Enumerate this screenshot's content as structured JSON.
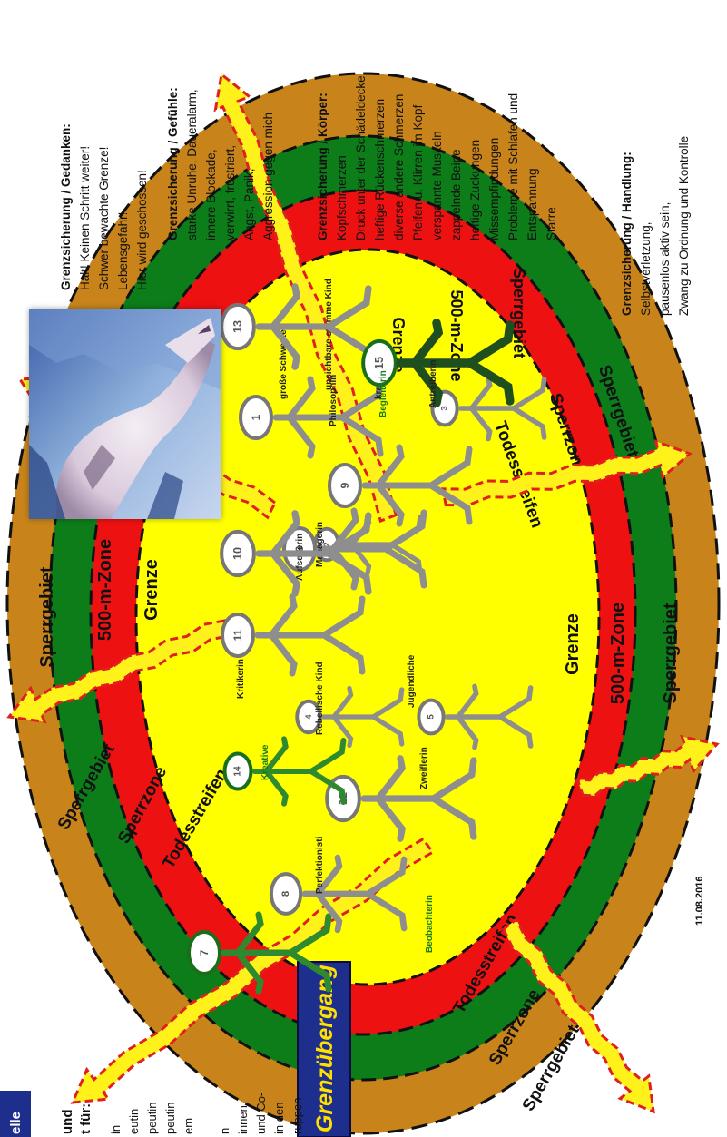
{
  "date": "11.08.2016",
  "gate_label": "Grenzübergang",
  "zones": {
    "outer": "Sperrgebiet",
    "green": "500-m-Zone",
    "red_grenze": "Grenze",
    "red_todes": "Todesstreifen",
    "sperrzone": "Sperrzone"
  },
  "blocks": {
    "gedanken": {
      "heading": "Grenzsicherung / Gedanken:",
      "lines": [
        "Halt! Keinen Schritt weiter!",
        "Schwer bewachte Grenze!",
        "Lebensgefahr!",
        "Hier wird geschossen!"
      ]
    },
    "gefuehle": {
      "heading": "Grenzsicherung / Gefühle:",
      "lines": [
        "starke Unruhe, Daueralarm,",
        "innere Blockade,",
        "verwirrt, frustriert,",
        "Angst, Panik,",
        "Aggression gegen mich"
      ]
    },
    "koerper": {
      "heading": "Grenzsicherung / Körper:",
      "lines": [
        "Kopfschmerzen",
        "Druck unter der Schädeldecke",
        "heftige Rückenschmerzen",
        "diverse andere Schmerzen",
        "Pfeifen u. Klirren im Kopf",
        "verspannte Muskeln",
        "zappelnde Beine",
        "heftige Zuckungen",
        "Missempfindungen",
        "Probleme mit Schlafen und",
        "Entspannung",
        "Starre"
      ]
    },
    "handlung": {
      "heading": "Grenzsicherung / Handlung:",
      "lines": [
        "Selbstverletzung,",
        "pausenlos aktiv sein,",
        "Zwang zu Ordnung und Kontrolle"
      ]
    }
  },
  "left_fragment": {
    "title": "elle",
    "heading_a": "und",
    "heading_b": "t für:",
    "lines": [
      "in",
      "eutin",
      "peutin",
      "peutin",
      "em",
      "n",
      "innen",
      "und Co-",
      "in den",
      "ruppen"
    ]
  },
  "figures": [
    {
      "num": "1",
      "label": "große Schwester"
    },
    {
      "num": "2",
      "label": "unsichtbare stumme Kind"
    },
    {
      "num": "3",
      "label": "kranke Kind"
    },
    {
      "num": "4",
      "label": "Rebellische Kind"
    },
    {
      "num": "5",
      "label": "Jugendliche"
    },
    {
      "num": "6",
      "label": "Aufseherin"
    },
    {
      "num": "7",
      "label": "Beobachterin"
    },
    {
      "num": "8",
      "label": "Perfektionisti"
    },
    {
      "num": "9",
      "label": "Managerin"
    },
    {
      "num": "10",
      "label": ""
    },
    {
      "num": "11",
      "label": "Kritikerin"
    },
    {
      "num": "12",
      "label": "Zweiflerin"
    },
    {
      "num": "13",
      "label": "Philosophin"
    },
    {
      "num": "14",
      "label": "Kreative"
    },
    {
      "num": "15",
      "label": "Begleiterin"
    }
  ],
  "extra_labels": {
    "antreiberin": "Antreiberin"
  },
  "colors": {
    "sperrgebiet": "#C8841A",
    "zone500": "#0D7D1A",
    "red": "#EE1111",
    "yellow": "#FFFF00",
    "gray": "#8E8E8E",
    "green_fig": "#2F8A2F",
    "dark_green_fig": "#1F4F1F",
    "arrow_fill": "#FFF21A",
    "arrow_border": "#E02020",
    "gate_bg": "#1E2E8C",
    "gate_text": "#FFE000"
  },
  "icons": [
    "wolf-photo",
    "exit-arrow-icon"
  ]
}
